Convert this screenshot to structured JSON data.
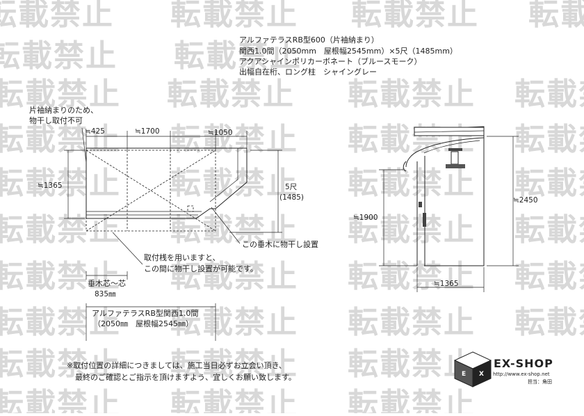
{
  "watermark": {
    "text": "転載禁止"
  },
  "spec": {
    "line1": "アルファテラスRB型600（片袖納まり）",
    "line2": "関西1.0間（2050mm　屋根幅2545mm）×5尺（1485mm）",
    "line3": "アクアシャインポリカーボネート（ブルースモーク）",
    "line4": "出幅自在桁、ロング柱　シャイングレー"
  },
  "plan": {
    "note_line1": "片袖納まりのため、",
    "note_line2": "物干し取付不可",
    "dim_left": "≒425",
    "dim_mid": "≒1700",
    "dim_right": "≒1050",
    "dim_depth": "≒1365",
    "dim_projection": "5尺",
    "dim_projection_mm": "(1485)",
    "callout_rafter": "この垂木に物干し設置",
    "callout_mount1": "取付桟を用いますと、",
    "callout_mount2": "この間に物干し設置が可能です。",
    "rafter_span_label": "垂木芯～芯",
    "rafter_span_value": "835㎜",
    "width_label1": "アルファテラスRB型関西1.0間",
    "width_label2": "（2050㎜　屋根幅2545㎜）"
  },
  "side": {
    "dim_height_post": "≒1900",
    "dim_height_total": "≒2450",
    "dim_depth": "≒1365"
  },
  "footer": {
    "note_line1": "※取付位置の詳細につきましては、施工当日必ずお立会い頂き、",
    "note_line2": "最終のご確認とご指示を頂けますよう、宜しくお願い致します。"
  },
  "brand": {
    "name": "EX-SHOP",
    "url": "http://www.ex-shop.net",
    "person": "担当：角田"
  }
}
